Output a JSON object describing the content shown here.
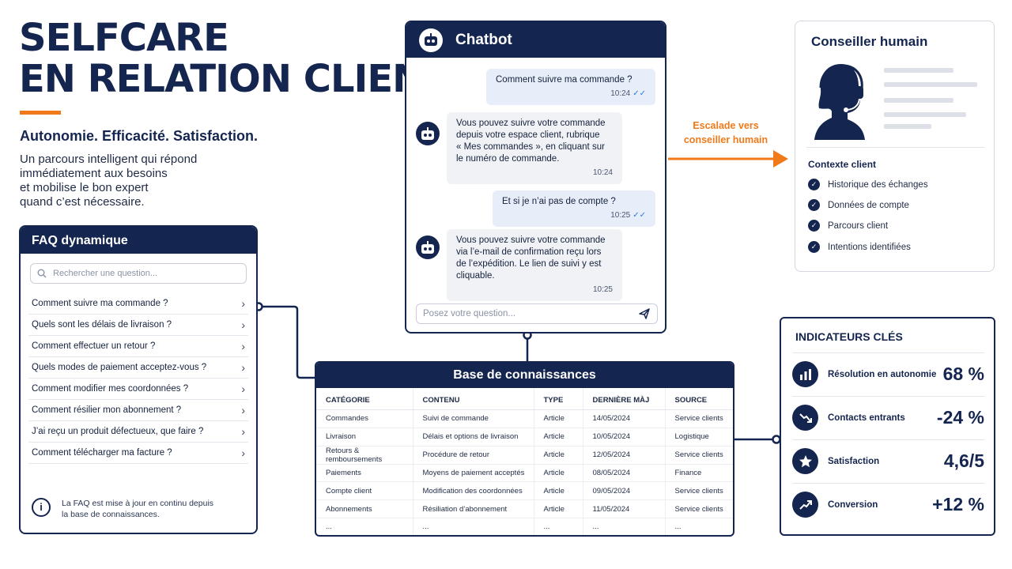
{
  "hero": {
    "title_line1": "SELFCARE",
    "title_line2": "EN RELATION CLIENT",
    "subtitle": "Autonomie. Efficacité. Satisfaction.",
    "desc_line1": "Un parcours intelligent qui répond",
    "desc_line2": "immédiatement aux besoins",
    "desc_line3": "et mobilise le bon expert",
    "desc_line4": "quand c’est nécessaire."
  },
  "faq": {
    "title": "FAQ dynamique",
    "search_placeholder": "Rechercher une question...",
    "items": [
      "Comment suivre ma commande ?",
      "Quels sont les délais de livraison ?",
      "Comment effectuer un retour ?",
      "Quels modes de paiement acceptez-vous ?",
      "Comment modifier mes coordonnées ?",
      "Comment résilier mon abonnement ?",
      "J’ai reçu un produit défectueux, que faire ?",
      "Comment télécharger ma facture ?"
    ],
    "note_line1": "La FAQ est mise à jour en continu depuis",
    "note_line2": "la base de connaissances."
  },
  "chat": {
    "title": "Chatbot",
    "messages": [
      {
        "from": "user",
        "text": "Comment suivre ma commande ?",
        "time": "10:24"
      },
      {
        "from": "bot",
        "line1": "Vous pouvez suivre votre commande",
        "line2": "depuis votre espace client, rubrique",
        "line3": "« Mes commandes », en cliquant sur",
        "line4": "le numéro de commande.",
        "time": "10:24"
      },
      {
        "from": "user",
        "text": "Et si je n’ai pas de compte ?",
        "time": "10:25"
      },
      {
        "from": "bot",
        "line1": "Vous pouvez suivre votre commande",
        "line2": "via l’e-mail de confirmation reçu lors",
        "line3": "de l’expédition. Le lien de suivi y est",
        "line4": "cliquable.",
        "time": "10:25"
      }
    ],
    "input_placeholder": "Posez votre question..."
  },
  "escalation": {
    "line1": "Escalade vers",
    "line2": "conseiller humain"
  },
  "advisor": {
    "title": "Conseiller humain",
    "context_title": "Contexte client",
    "context_items": [
      "Historique des échanges",
      "Données de compte",
      "Parcours client",
      "Intentions identifiées"
    ]
  },
  "knowledge_base": {
    "title": "Base de connaissances",
    "columns": [
      "CATÉGORIE",
      "CONTENU",
      "TYPE",
      "DERNIÈRE MÀJ",
      "SOURCE"
    ],
    "rows": [
      [
        "Commandes",
        "Suivi de commande",
        "Article",
        "14/05/2024",
        "Service clients"
      ],
      [
        "Livraison",
        "Délais et options de livraison",
        "Article",
        "10/05/2024",
        "Logistique"
      ],
      [
        "Retours & remboursements",
        "Procédure de retour",
        "Article",
        "12/05/2024",
        "Service clients"
      ],
      [
        "Paiements",
        "Moyens de paiement acceptés",
        "Article",
        "08/05/2024",
        "Finance"
      ],
      [
        "Compte client",
        "Modification des coordonnées",
        "Article",
        "09/05/2024",
        "Service clients"
      ],
      [
        "Abonnements",
        "Résiliation d’abonnement",
        "Article",
        "11/05/2024",
        "Service clients"
      ],
      [
        "...",
        "...",
        "...",
        "...",
        "..."
      ]
    ]
  },
  "kpis": {
    "title": "INDICATEURS CLÉS",
    "items": [
      {
        "label": "Résolution en autonomie",
        "value": "68 %",
        "icon": "bar-chart-icon"
      },
      {
        "label": "Contacts entrants",
        "value": "-24 %",
        "icon": "trend-down-icon"
      },
      {
        "label": "Satisfaction",
        "value": "4,6/5",
        "icon": "star-icon"
      },
      {
        "label": "Conversion",
        "value": "+12 %",
        "icon": "trend-up-icon"
      }
    ]
  },
  "colors": {
    "navy": "#14254f",
    "accent": "#f07a1a",
    "check_blue": "#2f7ad8"
  }
}
